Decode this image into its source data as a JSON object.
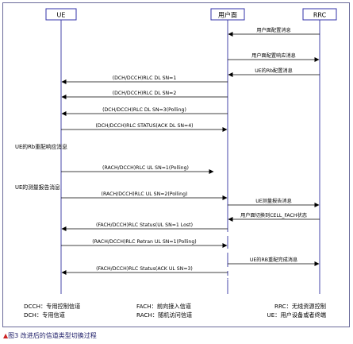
{
  "entities": [
    {
      "id": "ue",
      "label": "UE"
    },
    {
      "id": "user",
      "label": "用户面"
    },
    {
      "id": "rrc",
      "label": "RRC"
    }
  ],
  "messages": [
    {
      "label": "用户面配置消息",
      "from": "rrc",
      "to": "user"
    },
    {
      "label": "用户面配置响应消息",
      "from": "user",
      "to": "rrc"
    },
    {
      "label": "UE的Rb配置消息",
      "from": "rrc",
      "to": "user"
    },
    {
      "label": "(DCH/DCCH)RLC DL SN=1",
      "from": "user",
      "to": "ue"
    },
    {
      "label": "(DCH/DCCH)RLC DL SN=2",
      "from": "user",
      "to": "ue"
    },
    {
      "label": "(DCH/DCCH)RLC DL SN=3(Polling)",
      "from": "user",
      "to": "ue"
    },
    {
      "label": "(DCH/DCCH)RLC STATUS(ACK DL SN=4)",
      "from": "ue",
      "to": "user"
    },
    {
      "label": "(RACH/DCCH)RLC UL SN=1(Polling)",
      "from": "ue",
      "to": "mid"
    },
    {
      "label": "(RACH/DCCH)RLC UL SN=2(Polling)",
      "from": "ue",
      "to": "user"
    },
    {
      "label": "UE测量报告消息",
      "from": "user",
      "to": "rrc"
    },
    {
      "label": "用户面切换到CELL_FACH状态",
      "from": "rrc",
      "to": "user"
    },
    {
      "label": "(FACH/DCCH)RLC Status(UL SN=1 Lost)",
      "from": "user",
      "to": "ue"
    },
    {
      "label": "(RACH/DCCH)RLC Retran UL SN=1(Polling)",
      "from": "ue",
      "to": "user"
    },
    {
      "label": "UE的RB重配完成消息",
      "from": "user",
      "to": "rrc"
    },
    {
      "label": "(FACH/DCCH)RLC Status(ACK UL SN=3)",
      "from": "user",
      "to": "ue"
    }
  ],
  "notes": [
    {
      "label": "UE的Rb重配响应消息"
    },
    {
      "label": "UE的测量报告消息"
    }
  ],
  "legend": {
    "dcch": "DCCH：专用控制信道",
    "dch": "DCH：专用信道",
    "fach": "FACH：前向接入信道",
    "rach": "RACH：随机访问信道",
    "rrc": "RRC：无线资源控制",
    "ue": "UE：用户设备或者终端"
  },
  "caption": "图3  改进后的信道类型切换过程",
  "colors": {
    "box_border": "#3333aa",
    "box_fill": "#ffffff",
    "lifeline": "#4444aa",
    "arrow": "#000000",
    "caption_marker": "#cc2222",
    "caption_text": "#1a1a66"
  }
}
